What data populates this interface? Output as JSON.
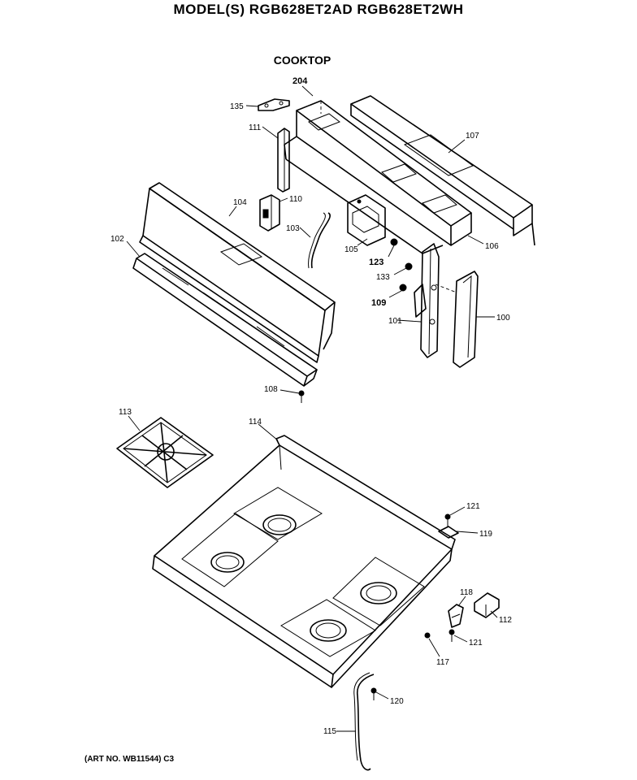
{
  "header": {
    "model_title": "MODEL(S) RGB628ET2AD  RGB628ET2WH",
    "section_title": "COOKTOP"
  },
  "footer": {
    "art_note": "(ART NO. WB11544) C3"
  },
  "callouts": {
    "p204": "204",
    "p135": "135",
    "p111": "111",
    "p107": "107",
    "p104": "104",
    "p110": "110",
    "p102": "102",
    "p103": "103",
    "p105": "105",
    "p106": "106",
    "p123": "123",
    "p133": "133",
    "p109": "109",
    "p101": "101",
    "p100": "100",
    "p108": "108",
    "p113": "113",
    "p114": "114",
    "p121a": "121",
    "p119": "119",
    "p118": "118",
    "p112": "112",
    "p121b": "121",
    "p117": "117",
    "p120": "120",
    "p115": "115"
  }
}
